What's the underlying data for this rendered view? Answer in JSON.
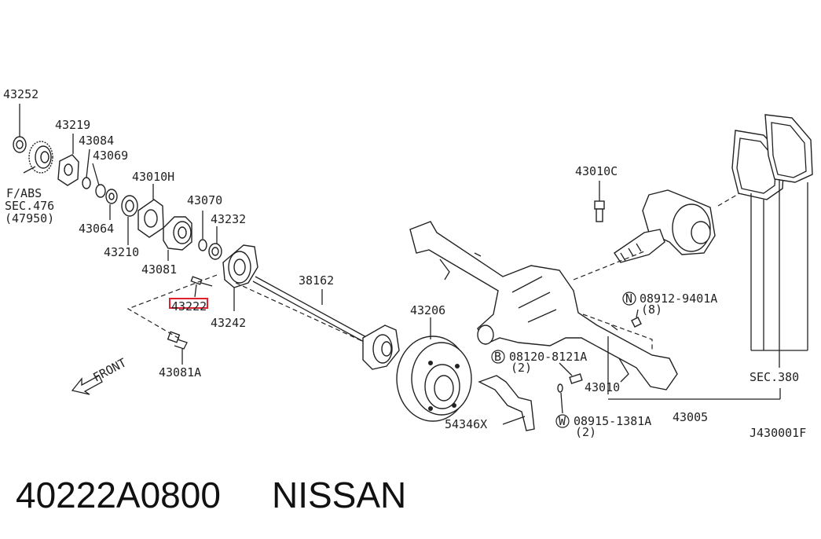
{
  "caption": {
    "part_number": "40222A0800",
    "brand": "NISSAN"
  },
  "diagram": {
    "code": "J430001F",
    "highlight_color": "#e0202a",
    "highlighted_part": "43222",
    "front_label": "FRONT",
    "callouts": {
      "c43252": "43252",
      "c43219": "43219",
      "c43084": "43084",
      "c43069": "43069",
      "c43010H": "43010H",
      "fabs1": "F/ABS",
      "fabs2": "SEC.476",
      "fabs3": "(47950)",
      "c43064": "43064",
      "c43210": "43210",
      "c43070": "43070",
      "c43232": "43232",
      "c43081": "43081",
      "c43222": "43222",
      "c43242": "43242",
      "c38162": "38162",
      "c43081A": "43081A",
      "c43206": "43206",
      "c43010C": "43010C",
      "n08912": "08912-9401A",
      "n08912q": "(8)",
      "b08120": "08120-8121A",
      "b08120q": "(2)",
      "c43010": "43010",
      "sec380": "SEC.380",
      "c54346X": "54346X",
      "w08915": "08915-1381A",
      "w08915q": "(2)",
      "c43005": "43005",
      "mark_n": "N",
      "mark_b": "B",
      "mark_w": "W"
    }
  }
}
